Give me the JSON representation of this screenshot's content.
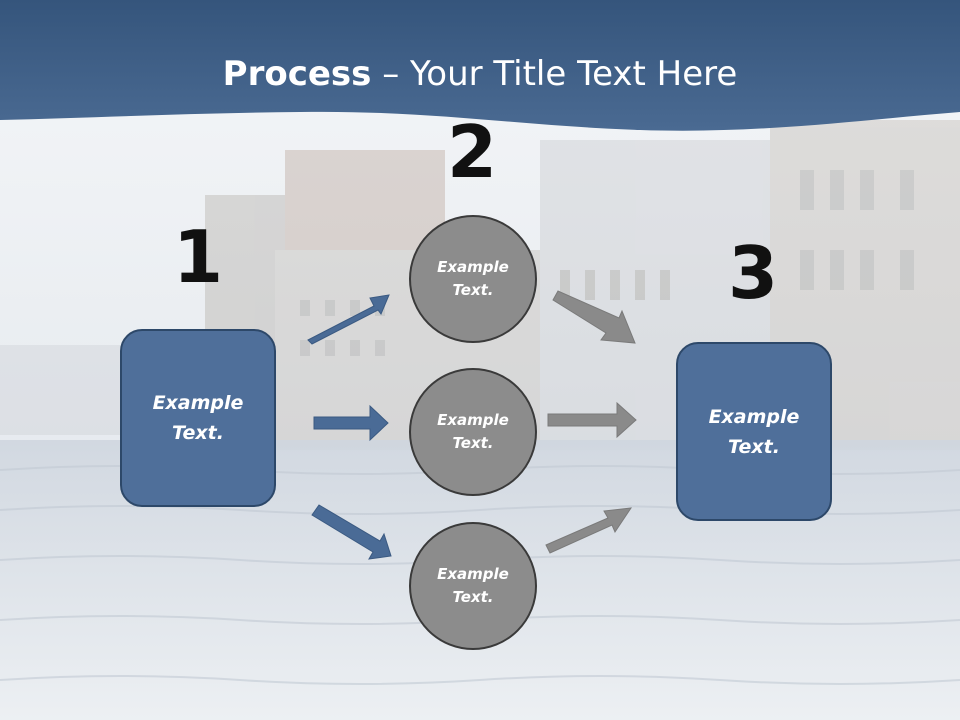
{
  "title": {
    "bold": "Process",
    "dash": "–",
    "rest": "Your Title Text Here"
  },
  "steps": [
    {
      "number": "1",
      "text_line1": "Example",
      "text_line2": "Text."
    },
    {
      "number": "2",
      "circles": [
        {
          "text_line1": "Example",
          "text_line2": "Text."
        },
        {
          "text_line1": "Example",
          "text_line2": "Text."
        },
        {
          "text_line1": "Example",
          "text_line2": "Text."
        }
      ]
    },
    {
      "number": "3",
      "text_line1": "Example",
      "text_line2": "Text."
    }
  ],
  "colors": {
    "header_band": "#3f5f86",
    "box_fill": "#4f6f9a",
    "left_arrows": "#4a6b96",
    "right_arrows": "#8a8a8a",
    "circle_fill": "#8c8c8c"
  }
}
